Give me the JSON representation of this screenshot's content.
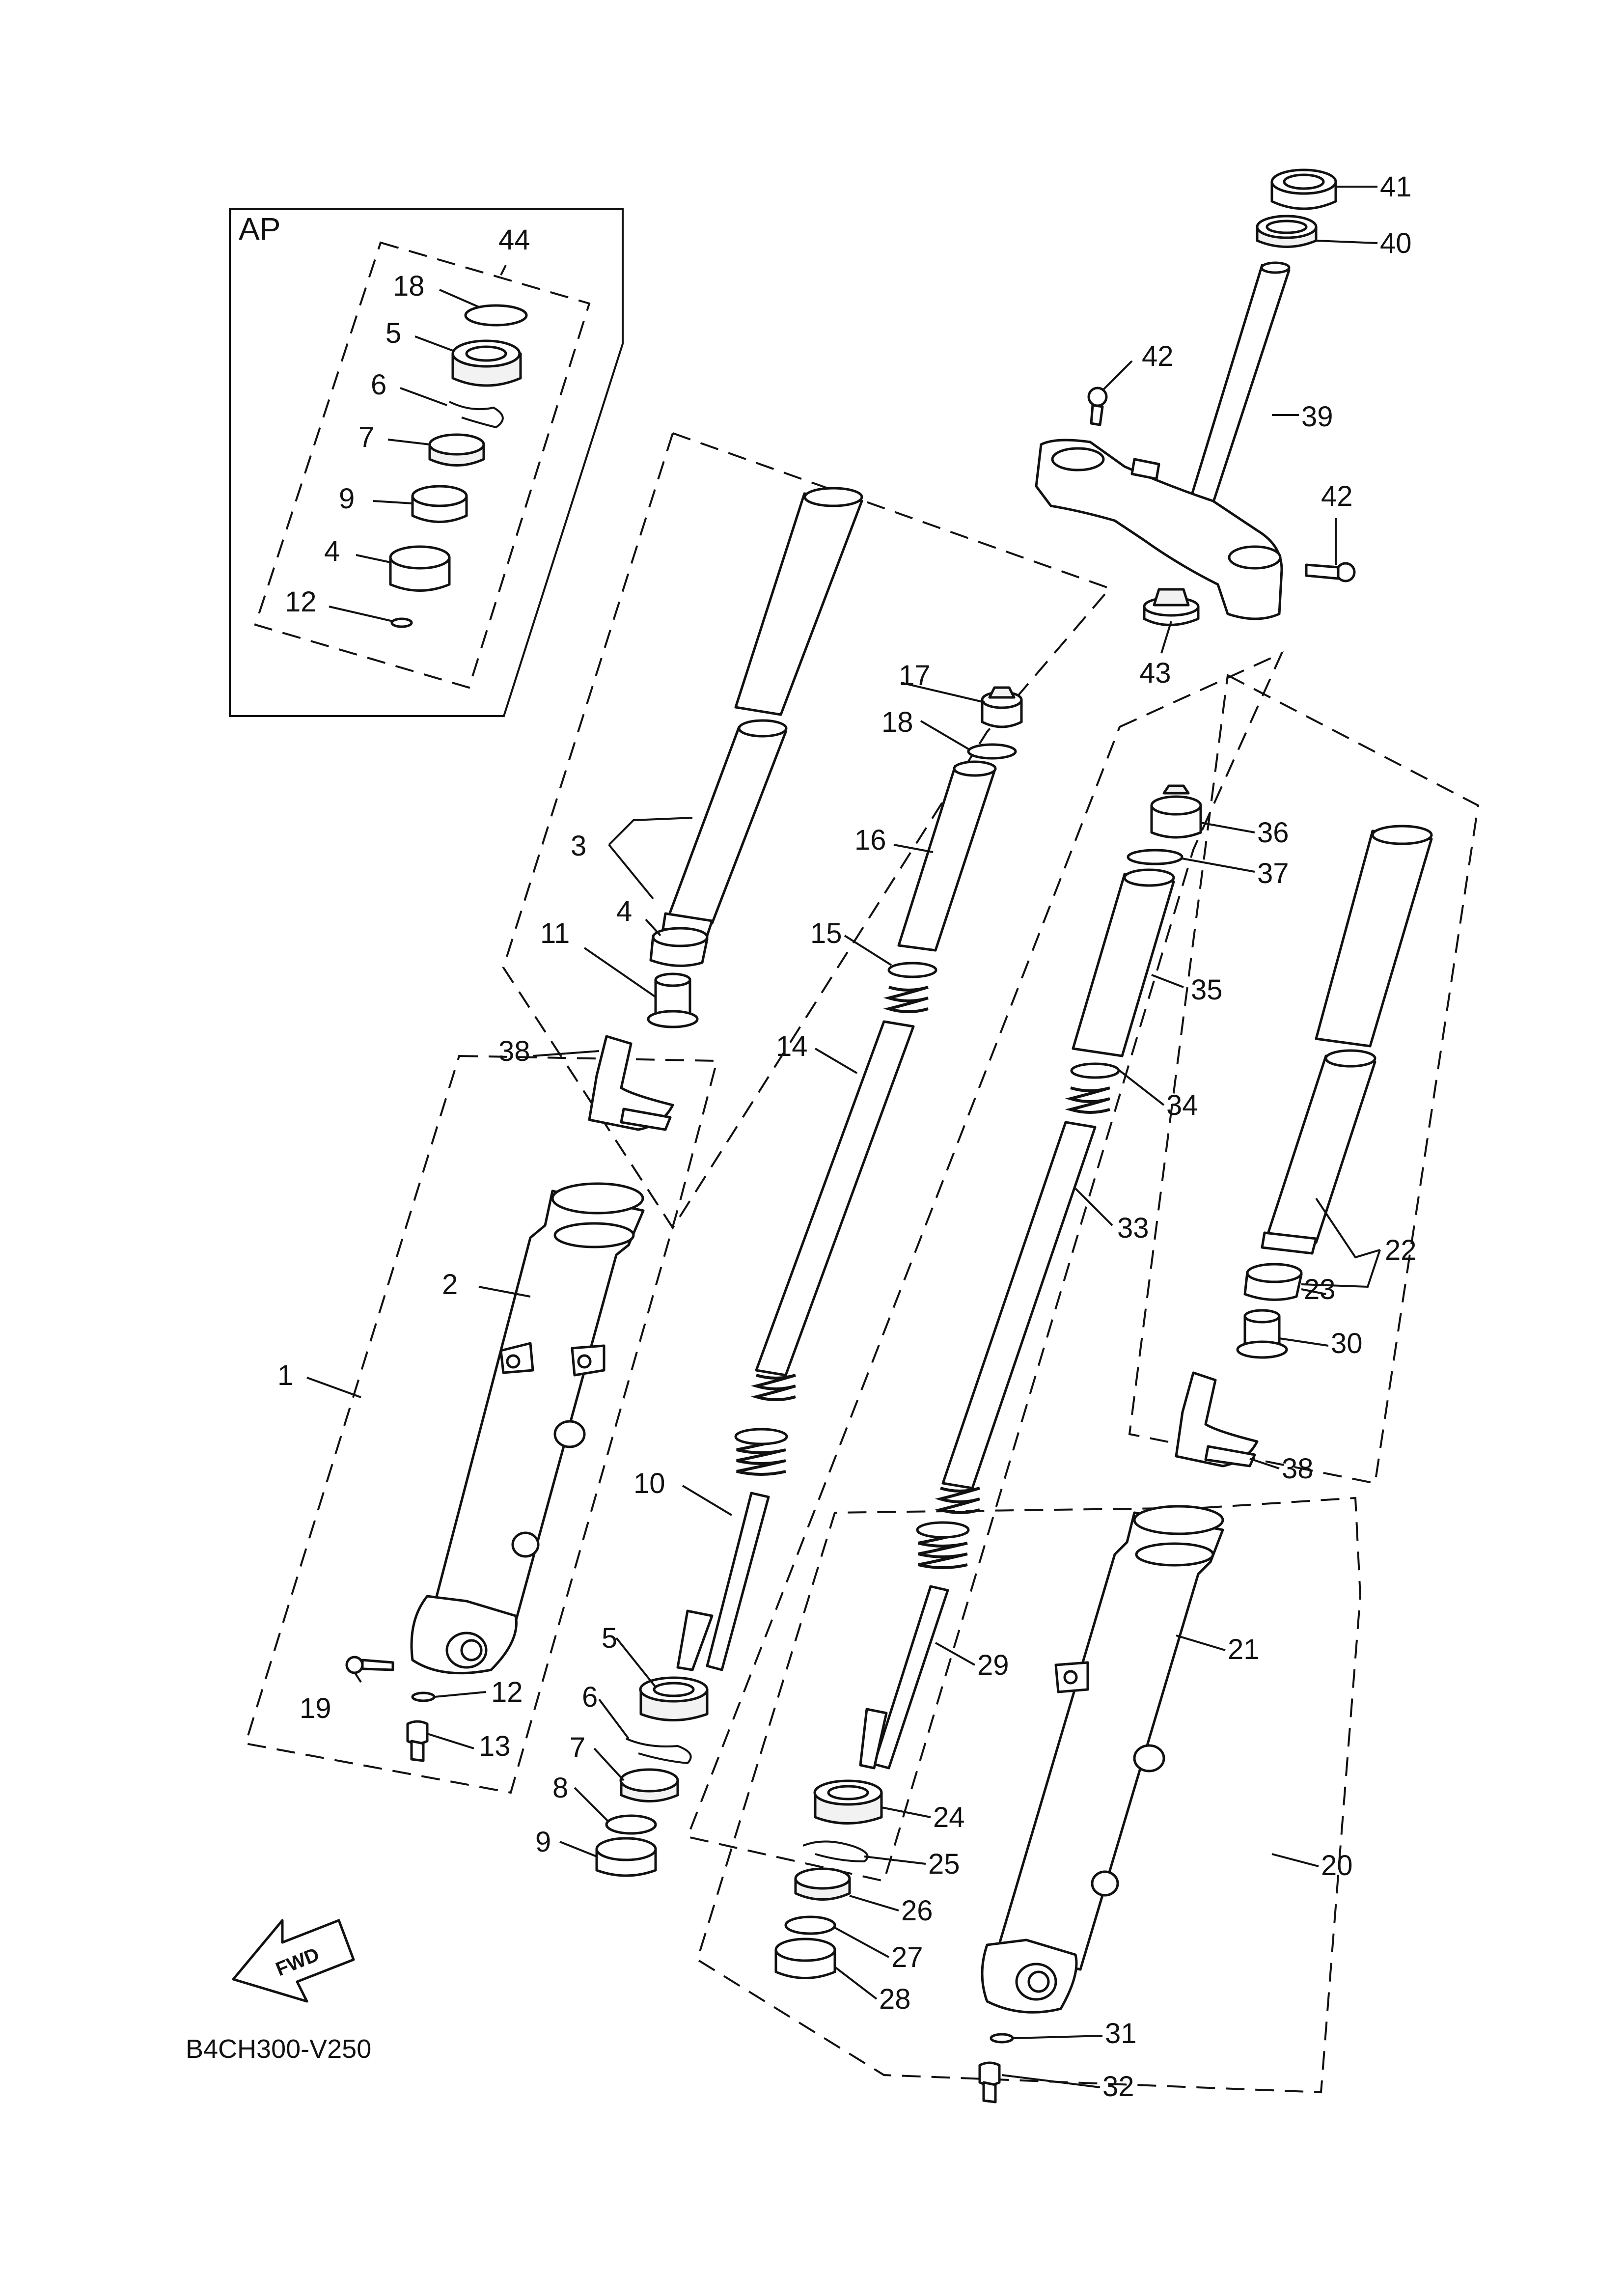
{
  "diagram": {
    "inset_label": "AP",
    "diagram_code": "B4CH300-V250",
    "fwd_label": "FWD",
    "callouts": {
      "n1": "1",
      "n2": "2",
      "n3": "3",
      "n4a": "4",
      "n4b": "4",
      "n5a": "5",
      "n5b": "5",
      "n6a": "6",
      "n6b": "6",
      "n7a": "7",
      "n7b": "7",
      "n8": "8",
      "n9a": "9",
      "n9b": "9",
      "n10": "10",
      "n11": "11",
      "n12a": "12",
      "n12b": "12",
      "n13": "13",
      "n14": "14",
      "n15": "15",
      "n16": "16",
      "n17": "17",
      "n18a": "18",
      "n18b": "18",
      "n19": "19",
      "n20": "20",
      "n21": "21",
      "n22": "22",
      "n23": "23",
      "n24": "24",
      "n25": "25",
      "n26": "26",
      "n27": "27",
      "n28": "28",
      "n29": "29",
      "n30": "30",
      "n31": "31",
      "n32": "32",
      "n33": "33",
      "n34": "34",
      "n35": "35",
      "n36": "36",
      "n37": "37",
      "n38a": "38",
      "n38b": "38",
      "n39": "39",
      "n40": "40",
      "n41": "41",
      "n42a": "42",
      "n42b": "42",
      "n43": "43",
      "n44": "44"
    }
  }
}
